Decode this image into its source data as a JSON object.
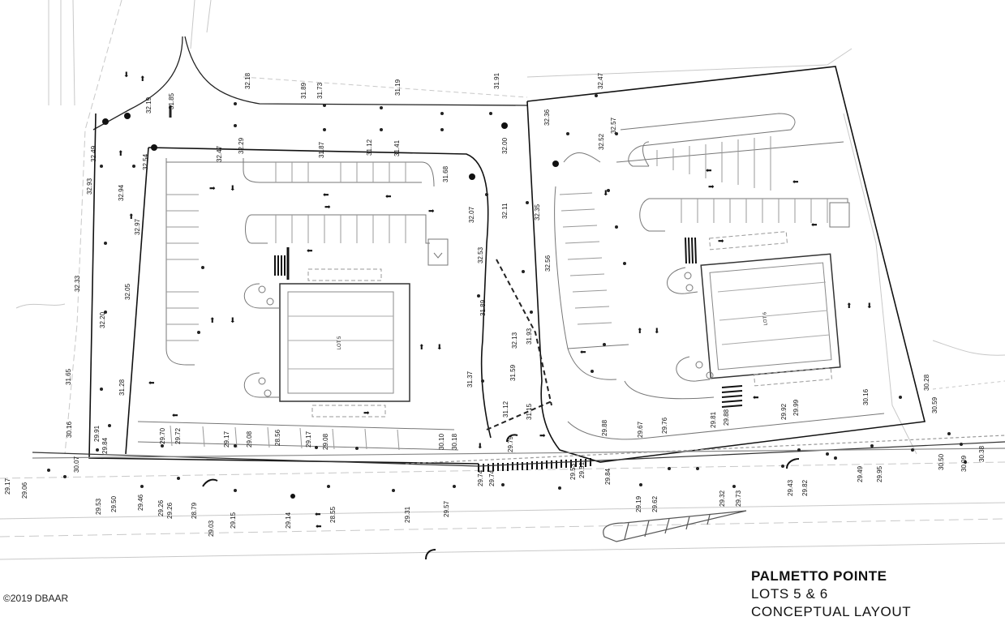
{
  "title_block": {
    "line1": "PALMETTO POINTE",
    "line2": "LOTS 5 & 6",
    "line3": "CONCEPTUAL LAYOUT"
  },
  "copyright": "©2019 DBAAR",
  "lot_labels": {
    "lot5": "LOT 5",
    "lot6": "LOT 6"
  },
  "elevations": [
    {
      "v": "32.18"
    },
    {
      "v": "31.89"
    },
    {
      "v": "31.73"
    },
    {
      "v": "31.19"
    },
    {
      "v": "31.91"
    },
    {
      "v": "32.47"
    },
    {
      "v": "32.19"
    },
    {
      "v": "31.85"
    },
    {
      "v": "32.36"
    },
    {
      "v": "32.57"
    },
    {
      "v": "32.52"
    },
    {
      "v": "32.00"
    },
    {
      "v": "32.47"
    },
    {
      "v": "32.29"
    },
    {
      "v": "31.87"
    },
    {
      "v": "31.12"
    },
    {
      "v": "31.41"
    },
    {
      "v": "31.68"
    },
    {
      "v": "32.49"
    },
    {
      "v": "32.54"
    },
    {
      "v": "32.93"
    },
    {
      "v": "32.94"
    },
    {
      "v": "32.97"
    },
    {
      "v": "32.07"
    },
    {
      "v": "32.11"
    },
    {
      "v": "32.35"
    },
    {
      "v": "32.53"
    },
    {
      "v": "32.56"
    },
    {
      "v": "32.33"
    },
    {
      "v": "32.05"
    },
    {
      "v": "32.20"
    },
    {
      "v": "31.89"
    },
    {
      "v": "32.13"
    },
    {
      "v": "31.93"
    },
    {
      "v": "31.65"
    },
    {
      "v": "31.28"
    },
    {
      "v": "31.37"
    },
    {
      "v": "31.59"
    },
    {
      "v": "31.12"
    },
    {
      "v": "31.15"
    },
    {
      "v": "30.16"
    },
    {
      "v": "29.91"
    },
    {
      "v": "29.84"
    },
    {
      "v": "29.70"
    },
    {
      "v": "29.72"
    },
    {
      "v": "29.17"
    },
    {
      "v": "29.08"
    },
    {
      "v": "28.56"
    },
    {
      "v": "29.17"
    },
    {
      "v": "29.08"
    },
    {
      "v": "30.10"
    },
    {
      "v": "30.18"
    },
    {
      "v": "29.79"
    },
    {
      "v": "29.88"
    },
    {
      "v": "29.67"
    },
    {
      "v": "29.76"
    },
    {
      "v": "29.81"
    },
    {
      "v": "29.88"
    },
    {
      "v": "29.92"
    },
    {
      "v": "29.99"
    },
    {
      "v": "30.16"
    },
    {
      "v": "30.28"
    },
    {
      "v": "30.59"
    },
    {
      "v": "30.07"
    },
    {
      "v": "29.17"
    },
    {
      "v": "29.06"
    },
    {
      "v": "29.53"
    },
    {
      "v": "29.50"
    },
    {
      "v": "29.46"
    },
    {
      "v": "29.26"
    },
    {
      "v": "29.26"
    },
    {
      "v": "28.79"
    },
    {
      "v": "29.03"
    },
    {
      "v": "29.15"
    },
    {
      "v": "29.14"
    },
    {
      "v": "28.55"
    },
    {
      "v": "29.31"
    },
    {
      "v": "29.57"
    },
    {
      "v": "29.74"
    },
    {
      "v": "29.74"
    },
    {
      "v": "29.53"
    },
    {
      "v": "29.51"
    },
    {
      "v": "29.84"
    },
    {
      "v": "29.19"
    },
    {
      "v": "29.62"
    },
    {
      "v": "29.32"
    },
    {
      "v": "29.73"
    },
    {
      "v": "29.43"
    },
    {
      "v": "29.82"
    },
    {
      "v": "29.49"
    },
    {
      "v": "29.95"
    },
    {
      "v": "30.50"
    },
    {
      "v": "30.09"
    },
    {
      "v": "30.38"
    }
  ]
}
